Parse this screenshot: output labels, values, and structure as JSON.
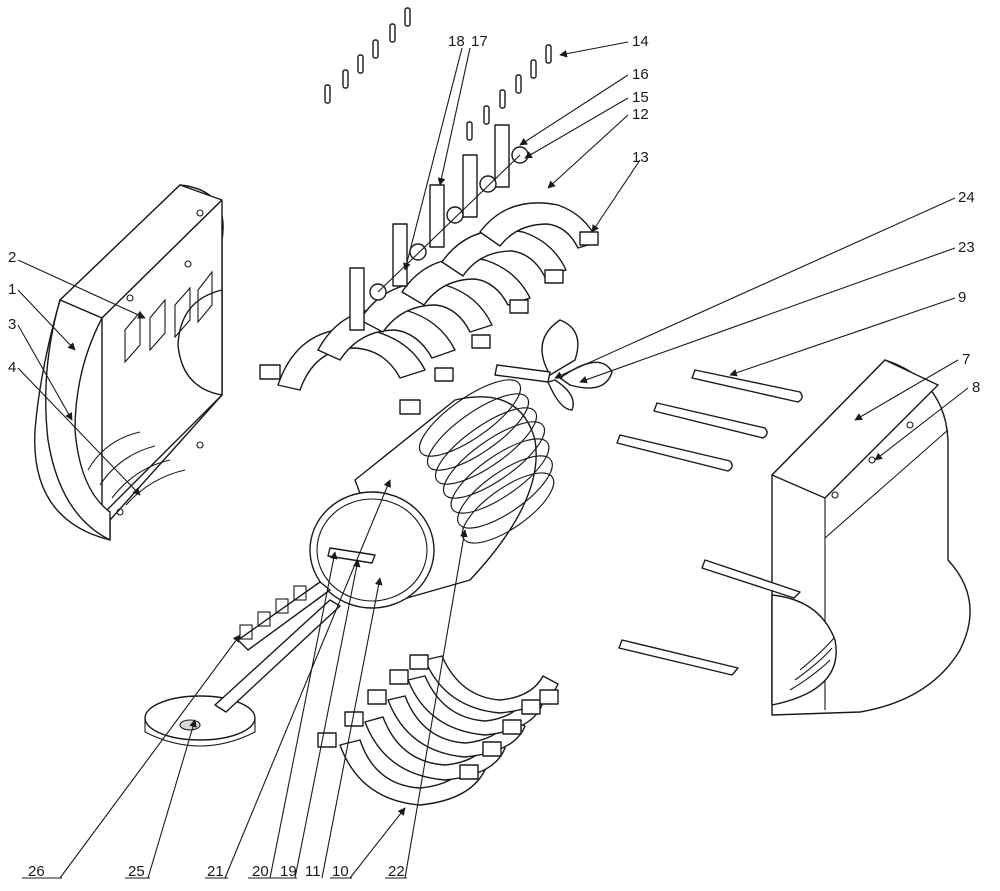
{
  "figure": {
    "callouts": [
      {
        "id": "c1",
        "label": "1"
      },
      {
        "id": "c2",
        "label": "2"
      },
      {
        "id": "c3",
        "label": "3"
      },
      {
        "id": "c4",
        "label": "4"
      },
      {
        "id": "c7",
        "label": "7"
      },
      {
        "id": "c8",
        "label": "8"
      },
      {
        "id": "c9",
        "label": "9"
      },
      {
        "id": "c10",
        "label": "10"
      },
      {
        "id": "c11",
        "label": "11"
      },
      {
        "id": "c12",
        "label": "12"
      },
      {
        "id": "c13",
        "label": "13"
      },
      {
        "id": "c14",
        "label": "14"
      },
      {
        "id": "c15",
        "label": "15"
      },
      {
        "id": "c16",
        "label": "16"
      },
      {
        "id": "c17",
        "label": "17"
      },
      {
        "id": "c18",
        "label": "18"
      },
      {
        "id": "c19",
        "label": "19"
      },
      {
        "id": "c20",
        "label": "20"
      },
      {
        "id": "c21",
        "label": "21"
      },
      {
        "id": "c22",
        "label": "22"
      },
      {
        "id": "c23",
        "label": "23"
      },
      {
        "id": "c24",
        "label": "24"
      },
      {
        "id": "c25",
        "label": "25"
      },
      {
        "id": "c26",
        "label": "26"
      }
    ]
  }
}
